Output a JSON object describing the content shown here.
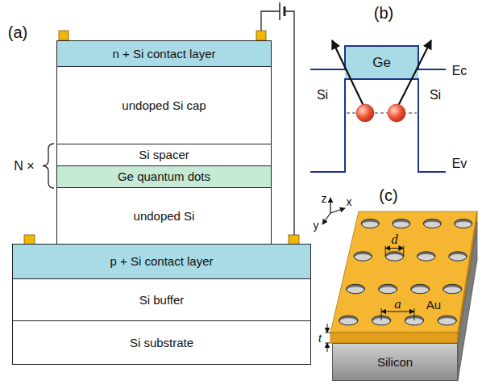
{
  "diagram": {
    "nodes": [
      {
        "text": [
          "n + Si contact layer"
        ]
      },
      {
        "text": [
          "undoped Si cap"
        ]
      },
      {
        "text": [
          "Si spacer"
        ]
      },
      {
        "text": [
          "Ge quantum dots"
        ]
      },
      {
        "text": [
          "undoped Si"
        ]
      },
      {
        "text": [
          "p + Si contact layer"
        ]
      },
      {
        "text": [
          "Si buffer"
        ]
      },
      {
        "text": [
          "Si substrate"
        ]
      },
      {
        "text": [
          "Ge"
        ]
      },
      {
        "text": [
          "Silicon"
        ]
      }
    ],
    "labels": [
      "(a)",
      "N ×",
      "(b)",
      "Ec",
      "Si",
      "Si",
      "Ev",
      "(c)",
      "z",
      "x",
      "y",
      "d",
      "a",
      "Au",
      "t"
    ]
  }
}
